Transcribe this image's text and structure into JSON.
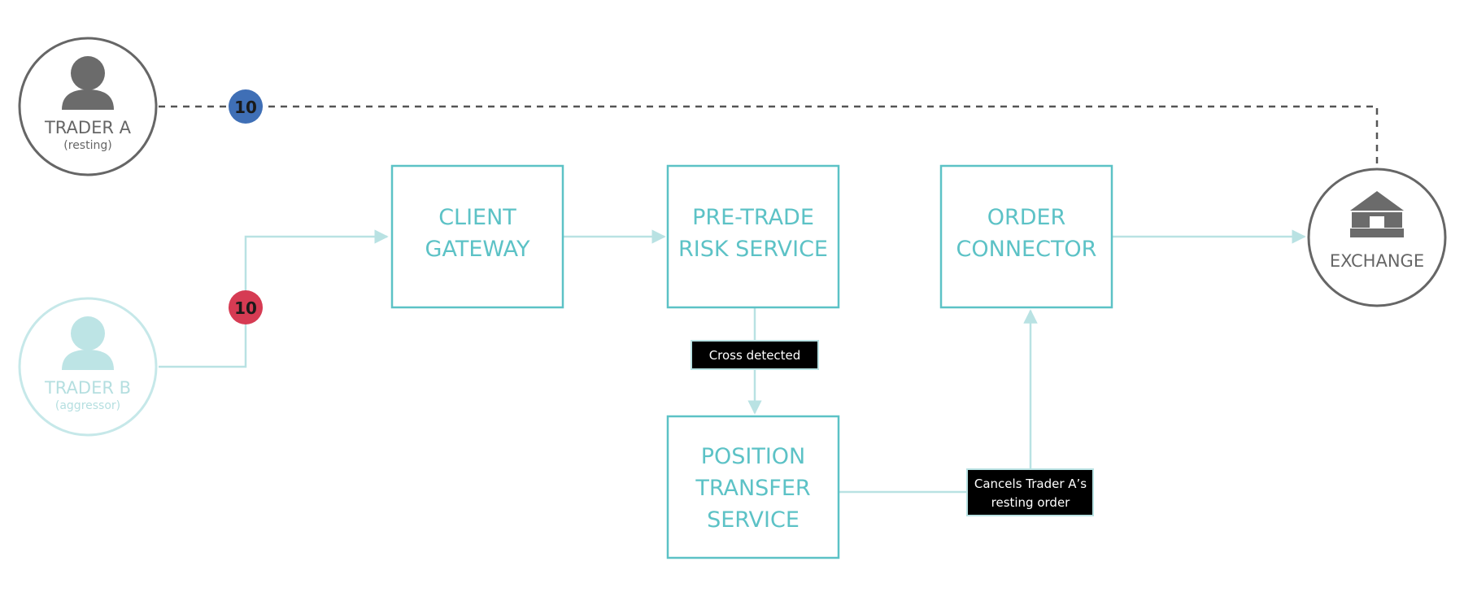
{
  "traders": {
    "trader_a": {
      "name": "TRADER A",
      "role": "(resting)"
    },
    "trader_b": {
      "name": "TRADER B",
      "role": "(aggressor)"
    }
  },
  "exchange": {
    "label": "EXCHANGE"
  },
  "nodes": {
    "client_gateway": [
      "CLIENT",
      "GATEWAY"
    ],
    "pre_trade_risk": [
      "PRE-TRADE",
      "RISK SERVICE"
    ],
    "order_connector": [
      "ORDER",
      "CONNECTOR"
    ],
    "position_transfer": [
      "POSITION",
      "TRANSFER",
      "SERVICE"
    ]
  },
  "badges": {
    "trader_a_qty": "10",
    "trader_b_qty": "10"
  },
  "tags": {
    "cross_detected": "Cross detected",
    "cancels": [
      "Cancels Trader A’s",
      "resting order"
    ]
  },
  "colors": {
    "teal": "#5cc2c6",
    "teal_line": "#b9e2e3",
    "gray": "#666666",
    "blue_badge": "#3f6fb6",
    "red_badge": "#d63b53"
  }
}
